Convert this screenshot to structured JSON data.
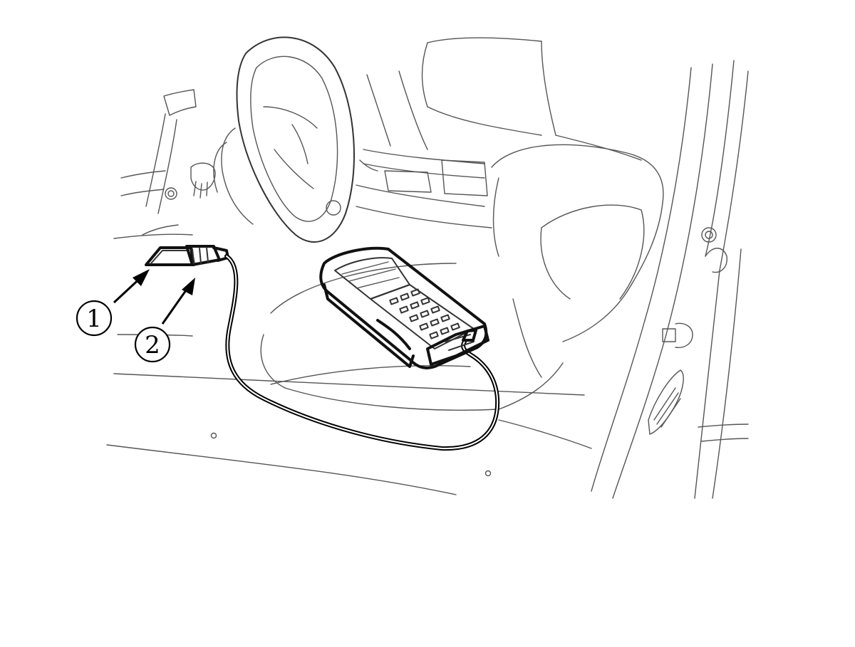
{
  "callouts": [
    {
      "id": "1",
      "label": "1"
    },
    {
      "id": "2",
      "label": "2"
    }
  ],
  "colors": {
    "line": "#333333",
    "background": "#ffffff",
    "cable": "#000000"
  }
}
